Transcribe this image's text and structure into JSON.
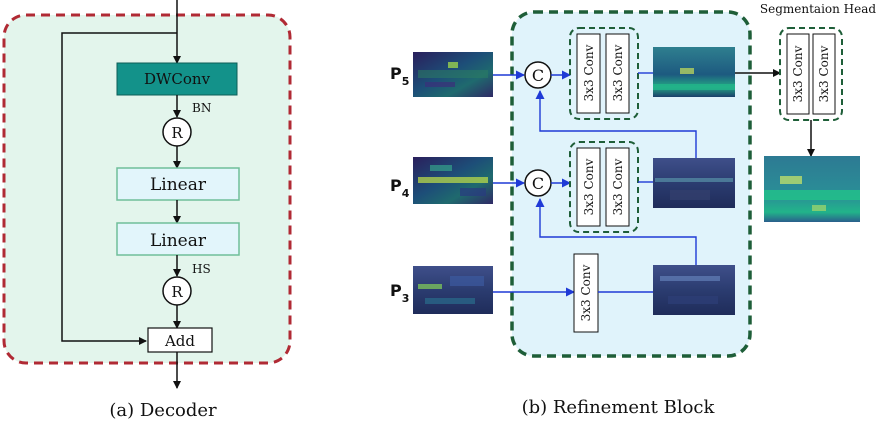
{
  "colors": {
    "decoder_bg": "#e3f5ec",
    "decoder_border": "#b02a34",
    "refine_bg": "#e0f3fb",
    "refine_border": "#1e5e38",
    "dwconv_fill": "#13928a",
    "linear_fill": "#e2f5fb",
    "linear_border": "#6fbf9a",
    "blue_line": "#1f3ad6",
    "black": "#111111"
  },
  "decoder": {
    "caption": "(a) Decoder",
    "dwconv_label": "DWConv",
    "bn_label": "BN",
    "relu_symbol": "R",
    "linear1_label": "Linear",
    "linear2_label": "Linear",
    "hs_label": "HS",
    "add_label": "Add"
  },
  "refinement": {
    "caption": "(b) Refinement Block",
    "concat_symbol": "C",
    "conv_label": "3x3 Conv",
    "p5_label": "P",
    "p5_sub": "5",
    "p4_label": "P",
    "p4_sub": "4",
    "p3_label": "P",
    "p3_sub": "3"
  },
  "segmentation_head": {
    "title": "Segmentaion Head",
    "conv_label": "3x3 Conv"
  },
  "icons": {
    "feature_map": "feature-map-thumbnail",
    "concat": "concat-circle-icon",
    "relu": "relu-circle-icon"
  }
}
